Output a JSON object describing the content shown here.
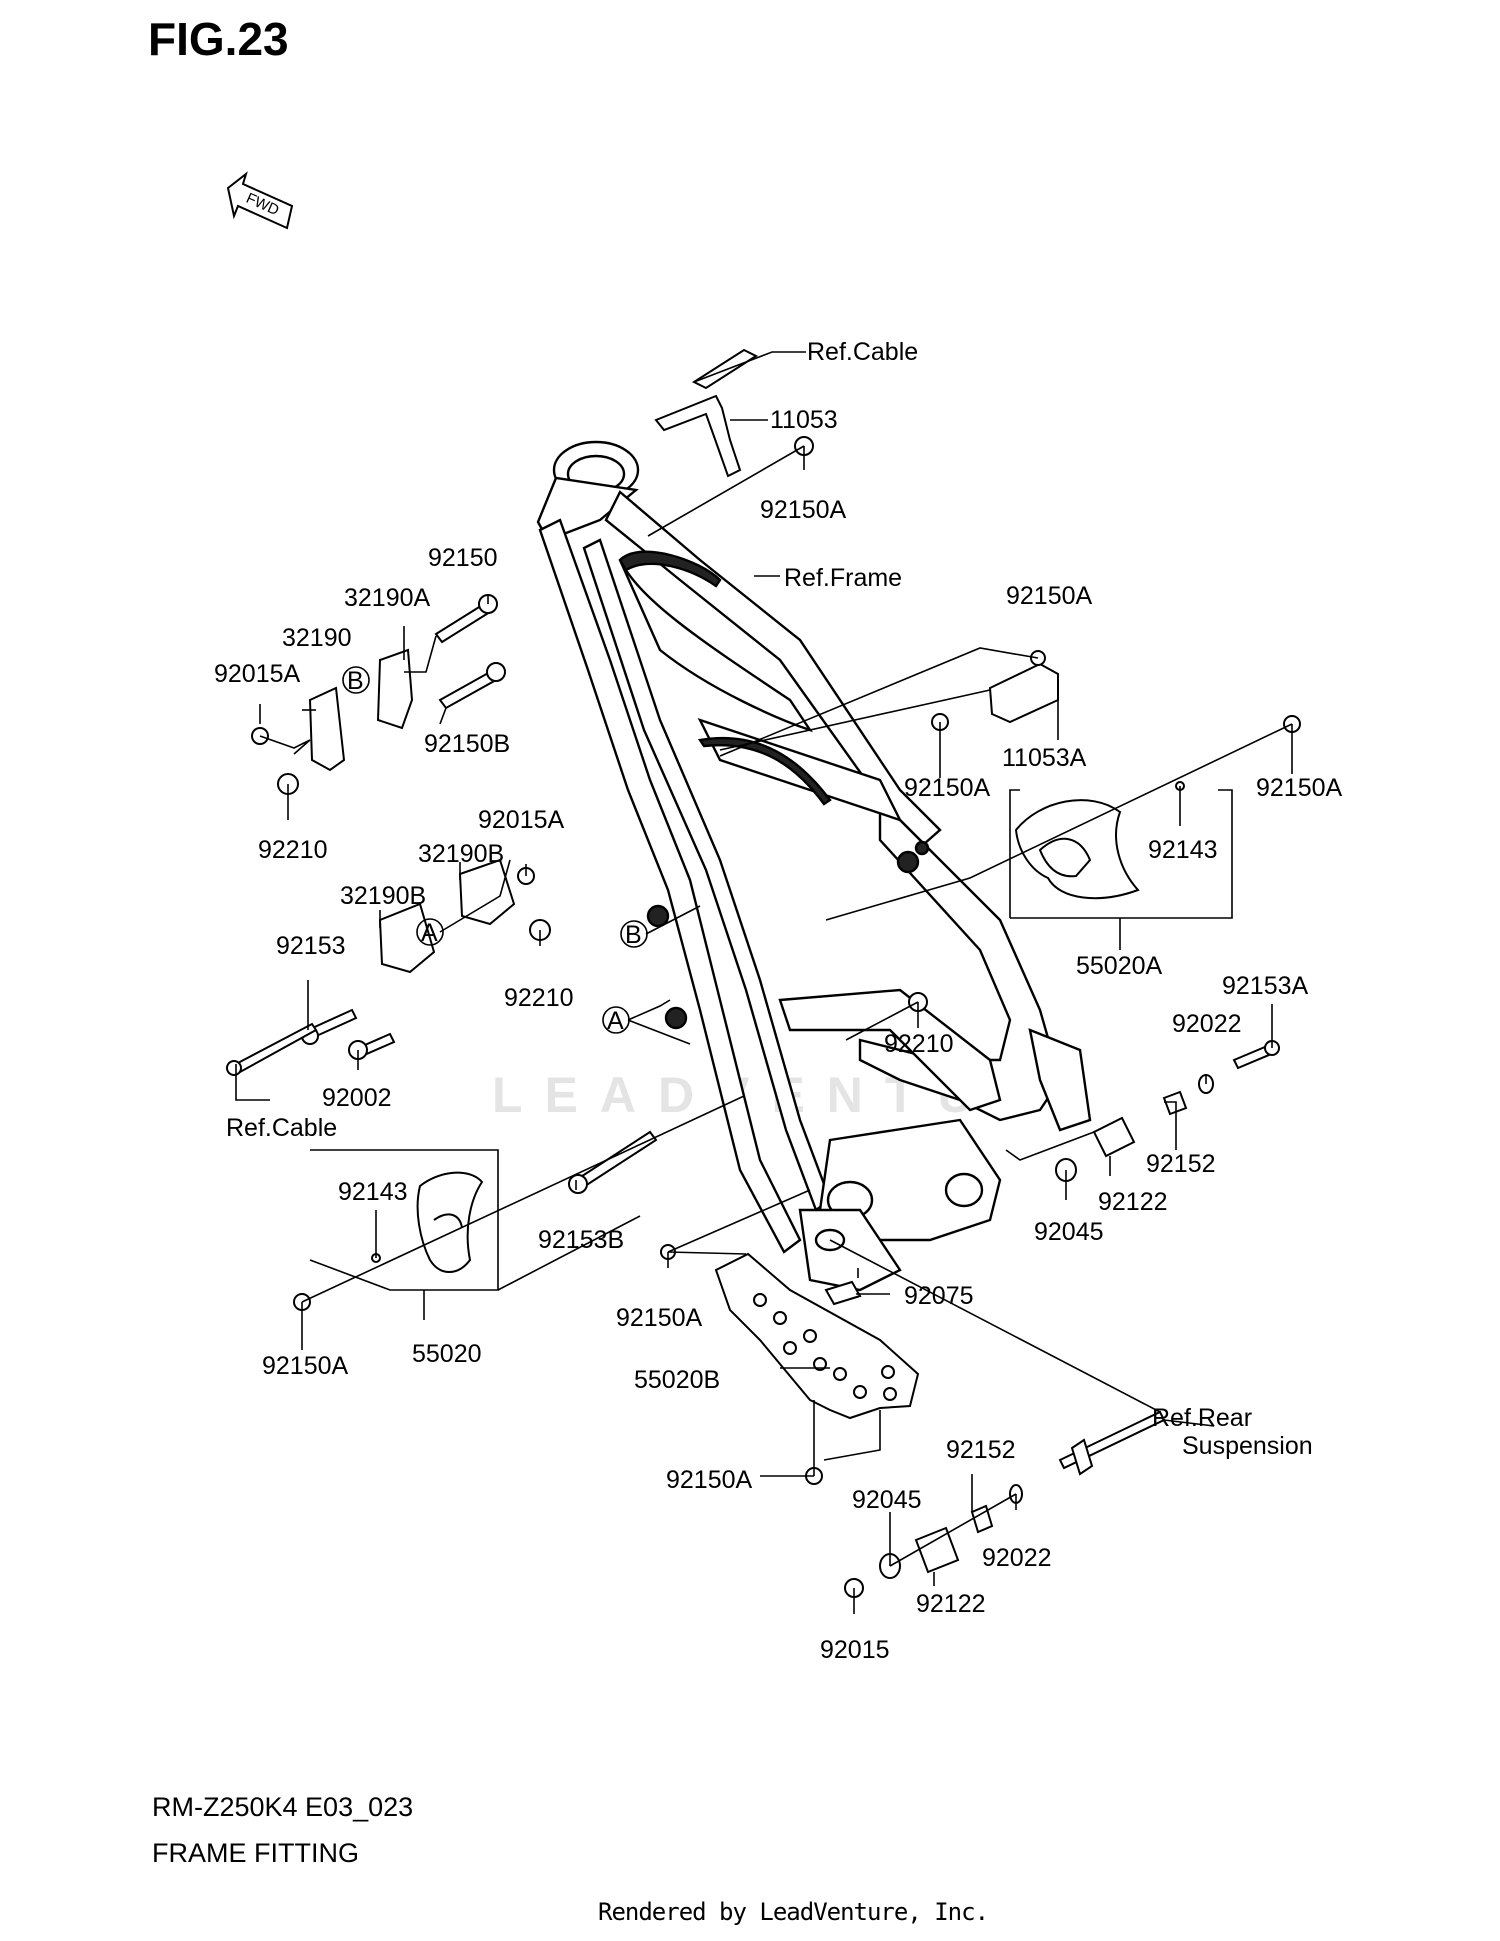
{
  "figure": {
    "title": "FIG.23",
    "fwd_label": "FWD"
  },
  "watermark": "LEADVENTURE",
  "footer": {
    "model_code": "RM-Z250K4 E03_023",
    "section_name": "FRAME FITTING"
  },
  "credit": "Rendered by LeadVenture, Inc.",
  "circle_refs": {
    "a": "A",
    "b": "B"
  },
  "callouts": {
    "ref_cable_top": "Ref.Cable",
    "p11053": "11053",
    "p92150A_top": "92150A",
    "ref_frame": "Ref.Frame",
    "p92150": "92150",
    "p32190A": "32190A",
    "p32190": "32190",
    "p92015A_left": "92015A",
    "p92150B": "92150B",
    "p92210_left": "92210",
    "p92150A_right_top": "92150A",
    "p11053A": "11053A",
    "p92150A_mid": "92150A",
    "p92150A_far_right": "92150A",
    "p92143_right": "92143",
    "p55020A": "55020A",
    "p92015A_mid": "92015A",
    "p32190B_upper": "32190B",
    "p32190B_lower": "32190B",
    "p92153": "92153",
    "p92210_mid": "92210",
    "p92210_center": "92210",
    "p92153A": "92153A",
    "p92022_right": "92022",
    "p92152_right": "92152",
    "p92122_right": "92122",
    "p92045_right": "92045",
    "p92002": "92002",
    "ref_cable_bottom": "Ref.Cable",
    "p92143_left": "92143",
    "p92153B": "92153B",
    "p92150A_left_bottom": "92150A",
    "p55020": "55020",
    "p92150A_skid": "92150A",
    "p92075": "92075",
    "p55020B": "55020B",
    "p92150A_bottom": "92150A",
    "p92152_bottom": "92152",
    "ref_rear_suspension_line1": "Ref.Rear",
    "ref_rear_suspension_line2": "Suspension",
    "p92045_bottom": "92045",
    "p92022_bottom": "92022",
    "p92122_bottom": "92122",
    "p92015": "92015"
  }
}
